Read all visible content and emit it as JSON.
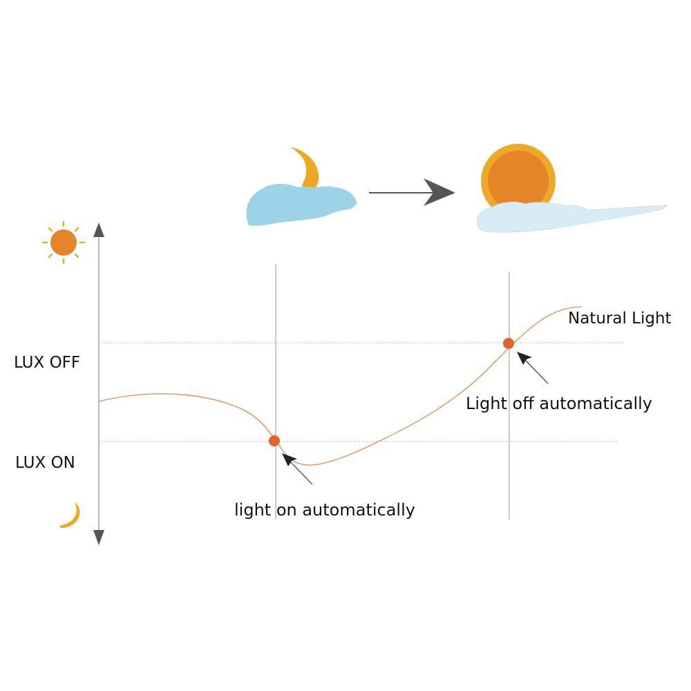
{
  "labels": {
    "lux_off": "LUX OFF",
    "lux_on": "LUX ON",
    "natural_light": "Natural Light",
    "light_off_auto": "Light off automatically",
    "light_on_auto": "light on automatically"
  },
  "icons": {
    "top_left": "cloud-moon-icon",
    "transition": "right-arrow-icon",
    "top_right": "sun-cloud-icon",
    "axis_top": "sun-icon",
    "axis_bottom": "moon-icon",
    "pointers": "arrow-pointer-icon"
  },
  "colors": {
    "curve": "#E8884A",
    "marker": "#E1622A",
    "sun": "#E58428",
    "sun_ring": "#EFA928",
    "moon": "#EDA823",
    "cloud_dark": "#9DD3E8",
    "cloud_light": "#D7ECF5",
    "axis": "#555555",
    "guides": "#B5B5B5"
  }
}
